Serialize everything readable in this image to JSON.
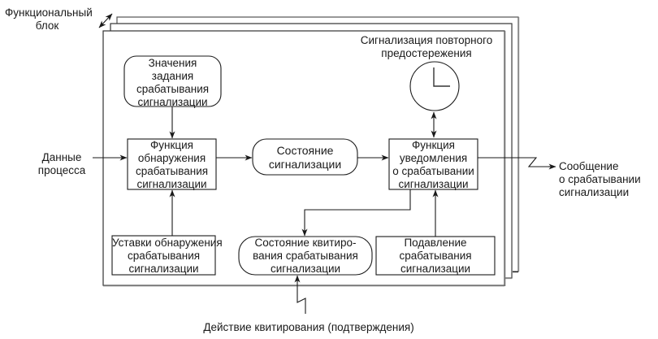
{
  "diagram": {
    "title": "Alarm function block diagram",
    "frame_label": [
      "Функциональный",
      "блок"
    ],
    "inputs": {
      "process_data": [
        "Данные",
        "процесса"
      ],
      "acknowledge_action": "Действие квитирования (подтверждения)"
    },
    "outputs": {
      "alarm_message": [
        "Сообщение",
        "о срабатывании",
        "сигнализации"
      ]
    },
    "nodes": {
      "setpoint_values": [
        "Значения",
        "задания",
        "срабатывания",
        "сигнализации"
      ],
      "detection_function": [
        "Функция",
        "обнаружения",
        "срабатывания",
        "сигнализации"
      ],
      "alarm_state": [
        "Состояние",
        "сигнализации"
      ],
      "notification_function": [
        "Функция",
        "уведомления",
        "о срабатывании",
        "сигнализации"
      ],
      "reminder_label": [
        "Сигнализация повторного",
        "предостережения"
      ],
      "detection_settings": [
        "Уставки обнаружения",
        "срабатывания",
        "сигнализации"
      ],
      "ack_state": [
        "Состояние квитиро-",
        "вания срабатывания",
        "сигнализации"
      ],
      "suppression": [
        "Подавление",
        "срабатывания",
        "сигнализации"
      ]
    },
    "icons": {
      "reminder": "clock-icon"
    },
    "colors": {
      "line": "#1a1a1a",
      "frame_shadow": "#7a7a7a",
      "background": "#ffffff"
    }
  }
}
